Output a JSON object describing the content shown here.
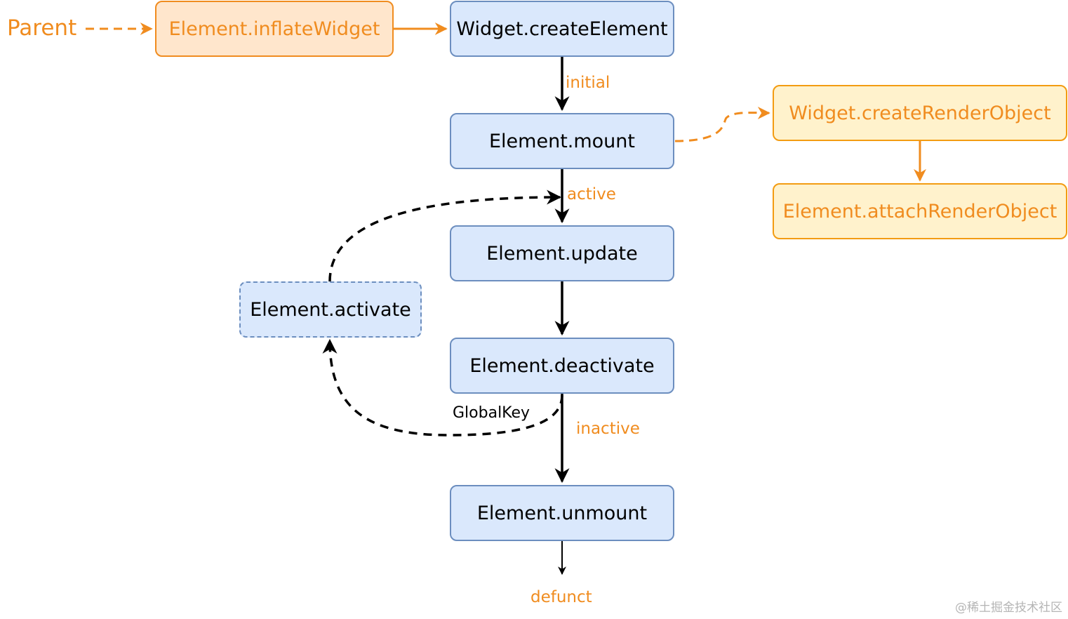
{
  "nodes": {
    "inflate_widget": "Element.inflateWidget",
    "create_element": "Widget.createElement",
    "mount": "Element.mount",
    "update": "Element.update",
    "deactivate": "Element.deactivate",
    "unmount": "Element.unmount",
    "activate": "Element.activate",
    "create_render_object": "Widget.createRenderObject",
    "attach_render_object": "Element.attachRenderObject"
  },
  "labels": {
    "parent": "Parent",
    "initial": "initial",
    "active": "active",
    "inactive": "inactive",
    "global_key": "GlobalKey",
    "defunct": "defunct"
  },
  "watermark": "@稀土掘金技术社区",
  "colors": {
    "orange": "#f08c1f",
    "blue_fill": "#dae8fc",
    "blue_stroke": "#6c8ebf",
    "orange_fill": "#ffe6cc",
    "yellow_fill": "#fff2cc"
  }
}
